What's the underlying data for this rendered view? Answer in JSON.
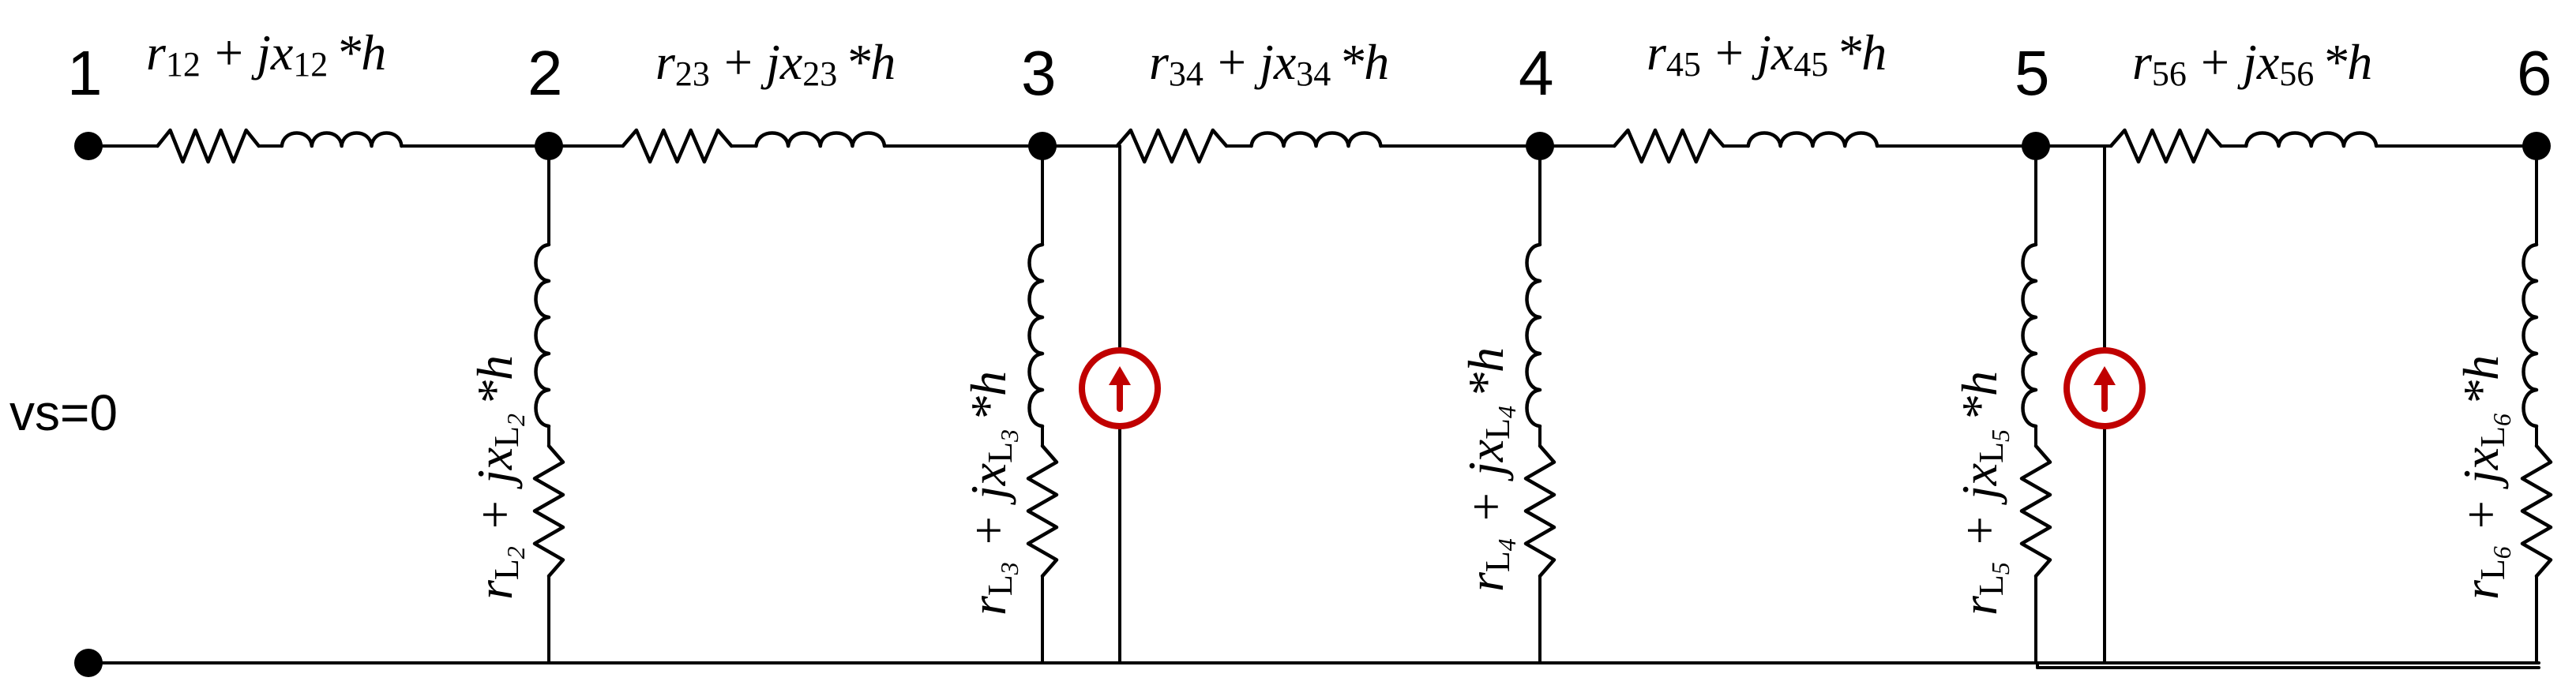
{
  "nodes": [
    "1",
    "2",
    "3",
    "4",
    "5",
    "6"
  ],
  "source_label": "vs=0",
  "series_branches": [
    {
      "r": "r",
      "r_sub": "12",
      "op": "+",
      "jx": "jx",
      "x_sub": "12",
      "star": "*",
      "h": "h"
    },
    {
      "r": "r",
      "r_sub": "23",
      "op": "+",
      "jx": "jx",
      "x_sub": "23",
      "star": "*",
      "h": "h"
    },
    {
      "r": "r",
      "r_sub": "34",
      "op": "+",
      "jx": "jx",
      "x_sub": "34",
      "star": "*",
      "h": "h"
    },
    {
      "r": "r",
      "r_sub": "45",
      "op": "+",
      "jx": "jx",
      "x_sub": "45",
      "star": "*",
      "h": "h"
    },
    {
      "r": "r",
      "r_sub": "56",
      "op": "+",
      "jx": "jx",
      "x_sub": "56",
      "star": "*",
      "h": "h"
    }
  ],
  "load_branches": [
    {
      "r": "r",
      "sub": "L",
      "sub_idx": "2",
      "op": "+",
      "jx": "jx",
      "star": "*",
      "h": "h"
    },
    {
      "r": "r",
      "sub": "L",
      "sub_idx": "3",
      "op": "+",
      "jx": "jx",
      "star": "*",
      "h": "h"
    },
    {
      "r": "r",
      "sub": "L",
      "sub_idx": "4",
      "op": "+",
      "jx": "jx",
      "star": "*",
      "h": "h"
    },
    {
      "r": "r",
      "sub": "L",
      "sub_idx": "5",
      "op": "+",
      "jx": "jx",
      "star": "*",
      "h": "h"
    },
    {
      "r": "r",
      "sub": "L",
      "sub_idx": "6",
      "op": "+",
      "jx": "jx",
      "star": "*",
      "h": "h"
    }
  ],
  "current_sources": [
    {
      "at_node": "3",
      "icon": "current-source-arrow-up-icon"
    },
    {
      "at_node": "5",
      "icon": "current-source-arrow-up-icon"
    }
  ],
  "colors": {
    "wire": "#000000",
    "source": "#c00000"
  }
}
